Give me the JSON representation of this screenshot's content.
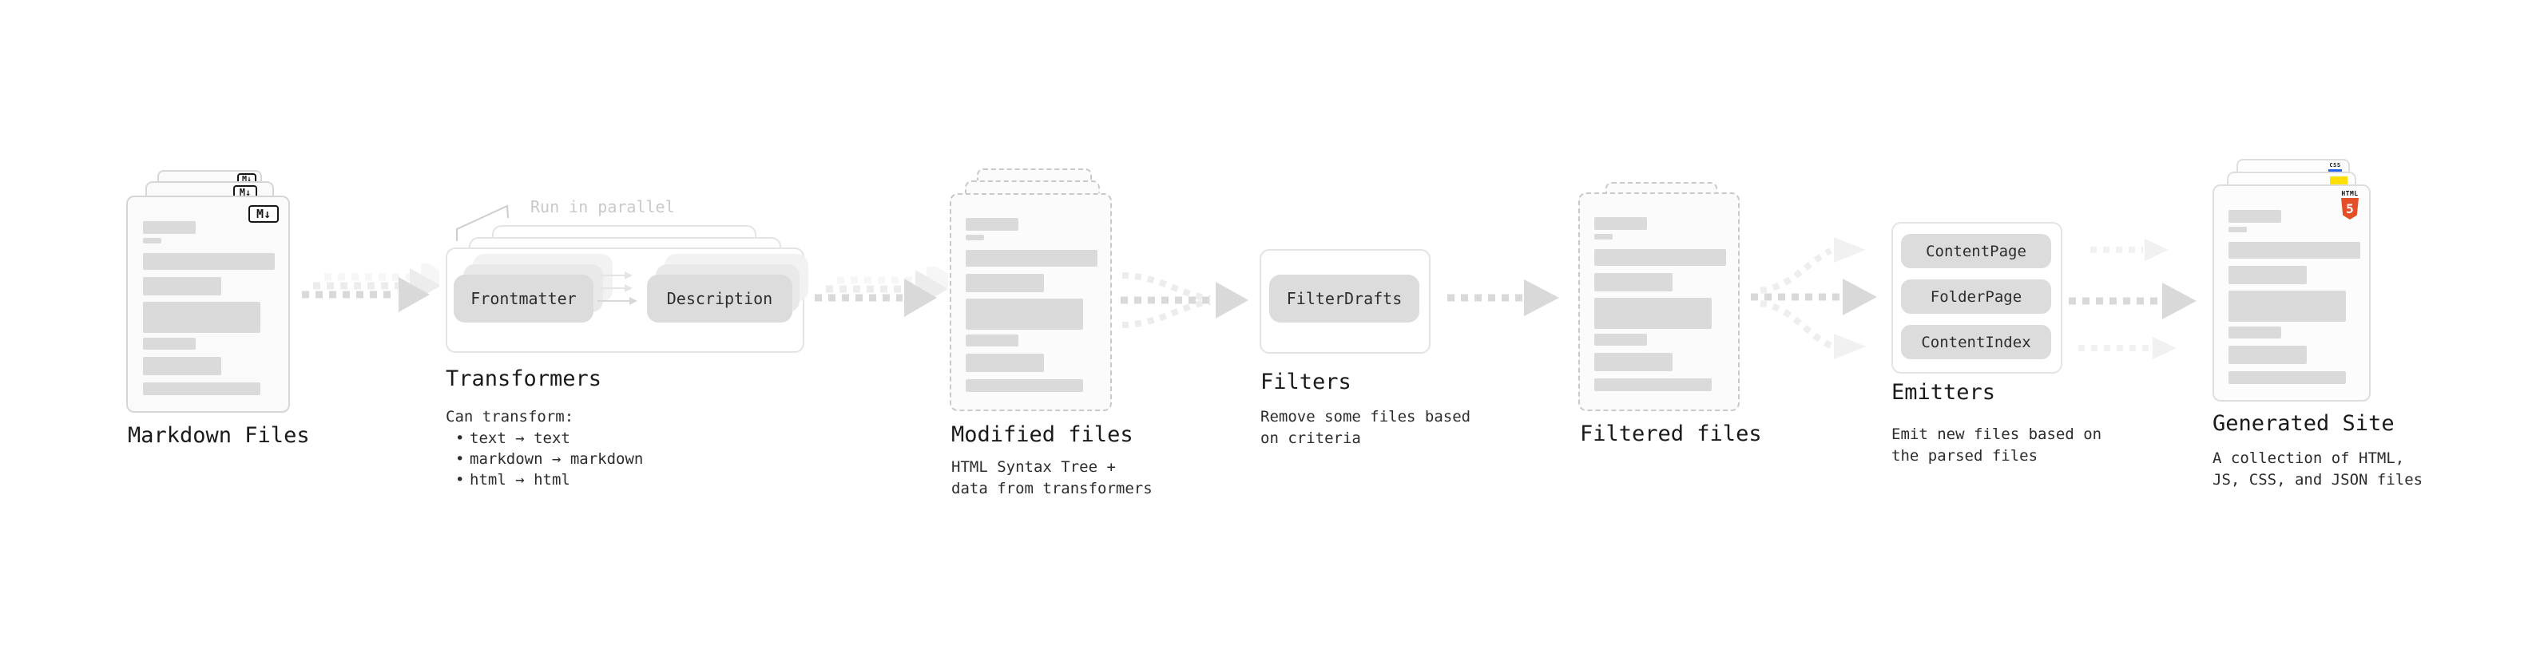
{
  "markdown": {
    "label": "Markdown Files",
    "badge": "M↓"
  },
  "transformers": {
    "callout": "Run in parallel",
    "pill_left": "Frontmatter",
    "pill_right": "Description",
    "label": "Transformers",
    "list_title": "Can transform:",
    "bullets": [
      "text → text",
      "markdown → markdown",
      "html → html"
    ]
  },
  "modified": {
    "label": "Modified files",
    "desc": [
      "HTML Syntax Tree +",
      "data from transformers"
    ]
  },
  "filters": {
    "pill": "FilterDrafts",
    "label": "Filters",
    "desc": [
      "Remove some files based",
      "on criteria"
    ]
  },
  "filtered": {
    "label": "Filtered files"
  },
  "emitters": {
    "pills": [
      "ContentPage",
      "FolderPage",
      "ContentIndex"
    ],
    "label": "Emitters",
    "desc": [
      "Emit new files based on",
      "the parsed files"
    ]
  },
  "generated": {
    "label": "Generated Site",
    "desc": [
      "A collection of HTML,",
      "JS, CSS, and JSON files"
    ],
    "badge_html": "HTML",
    "badge_html_number": "5",
    "badge_css": "CSS"
  },
  "colors": {
    "html_orange": "#e34f26",
    "js_yellow": "#ffdf00",
    "css_blue": "#2563eb",
    "pill_gray": "#dcdcdc",
    "panel_border": "#e4e4e4",
    "doc_border": "#d6d6d6",
    "dashed_border": "#c9c9c9",
    "bar_gray": "#dadada",
    "arrow_dark": "#d9d9d9",
    "arrow_mid": "#ececec",
    "arrow_light": "#f6f6f6",
    "heading_text": "#1a1a1a",
    "muted_text": "#c9c9c9"
  }
}
